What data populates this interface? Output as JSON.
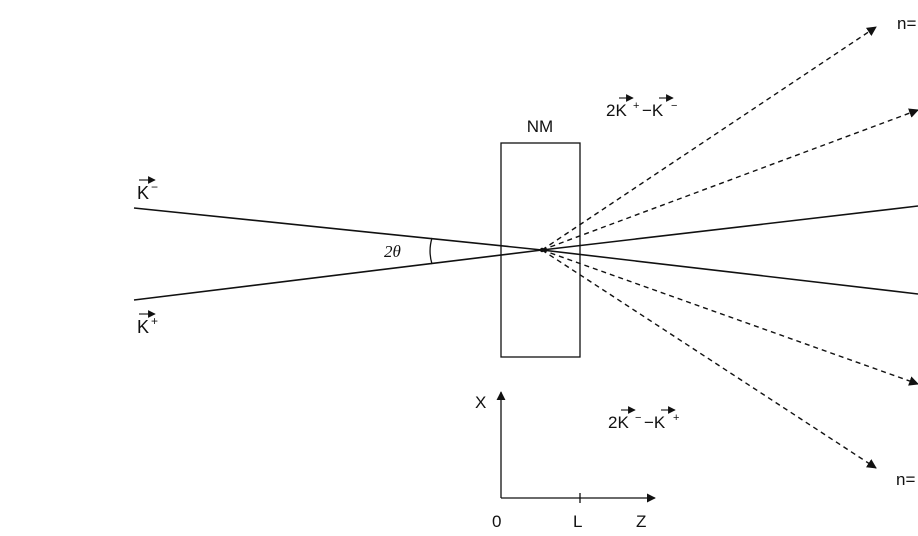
{
  "labels": {
    "k_minus": "K",
    "k_minus_sup": "−",
    "k_plus": "K",
    "k_plus_sup": "+",
    "angle": "2θ",
    "medium": "NM",
    "upper_combo_a": "2K",
    "upper_combo_a_sup": "+",
    "upper_combo_b": "−K",
    "upper_combo_b_sup": "−",
    "lower_combo_a": "2K",
    "lower_combo_a_sup": "−",
    "lower_combo_b": "−K",
    "lower_combo_b_sup": "+",
    "order_top": "n=",
    "order_bottom": "n=",
    "axis_x": "X",
    "axis_z": "Z",
    "axis_origin": "0",
    "axis_l": "L"
  },
  "colors": {
    "ink": "#111111",
    "background": "#ffffff"
  }
}
